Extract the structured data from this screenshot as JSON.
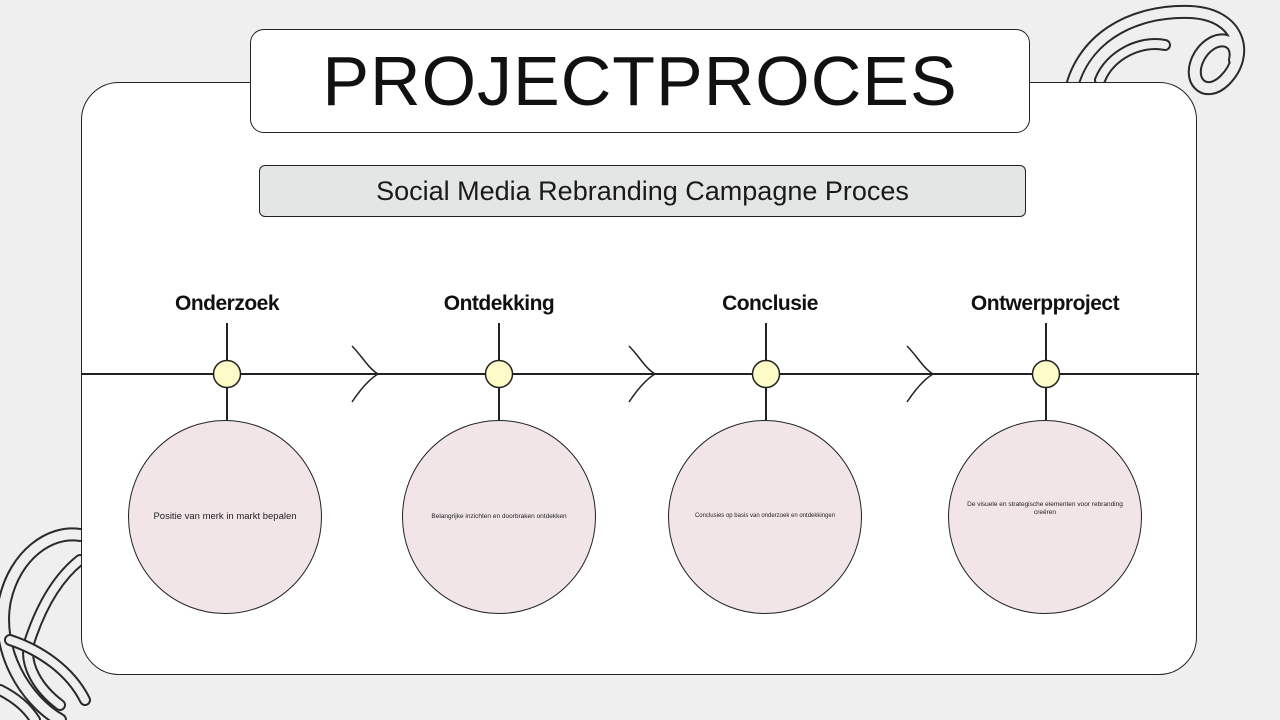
{
  "title": "PROJECTPROCES",
  "subtitle": "Social Media Rebranding Campagne Proces",
  "colors": {
    "background": "#efefef",
    "card": "#ffffff",
    "subtitle_fill": "#e3e6e5",
    "node_fill": "#fdfbc8",
    "bubble_fill": "#f2e5e8",
    "stroke": "#222222"
  },
  "stages": [
    {
      "label": "Onderzoek",
      "description": "Positie van merk in markt bepalen"
    },
    {
      "label": "Ontdekking",
      "description": "Belangrijke inzichten en doorbraken ontdekken"
    },
    {
      "label": "Conclusie",
      "description": "Conclusies op basis van onderzoek en ontdekkingen"
    },
    {
      "label": "Ontwerpproject",
      "description": "De visuele en strategische elementen voor rebranding creëren"
    }
  ],
  "icons": {
    "timeline_arrow": "chevron-right-icon",
    "decoration": "swirl-decoration"
  }
}
